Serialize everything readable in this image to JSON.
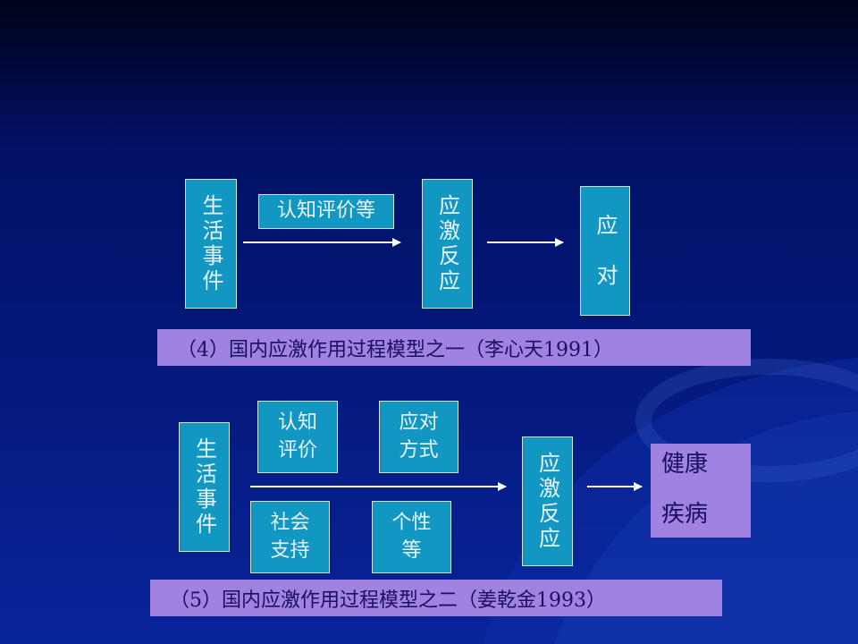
{
  "model4": {
    "life_event": "生活事件",
    "appraisal": "认知评价等",
    "stress_reaction": "应激反应",
    "coping": "应　对",
    "caption": "（4）国内应激作用过程模型之一（李心天1991）"
  },
  "model5": {
    "life_event": "生活事件",
    "cognitive_appraisal": "认知\n评价",
    "coping_style": "应对\n方式",
    "social_support": "社会\n支持",
    "personality": "个性\n等",
    "stress_reaction": "应激反应",
    "outcome_health": "健康",
    "outcome_disease": "疾病",
    "caption": "（5）国内应激作用过程模型之二（姜乾金1993）"
  }
}
